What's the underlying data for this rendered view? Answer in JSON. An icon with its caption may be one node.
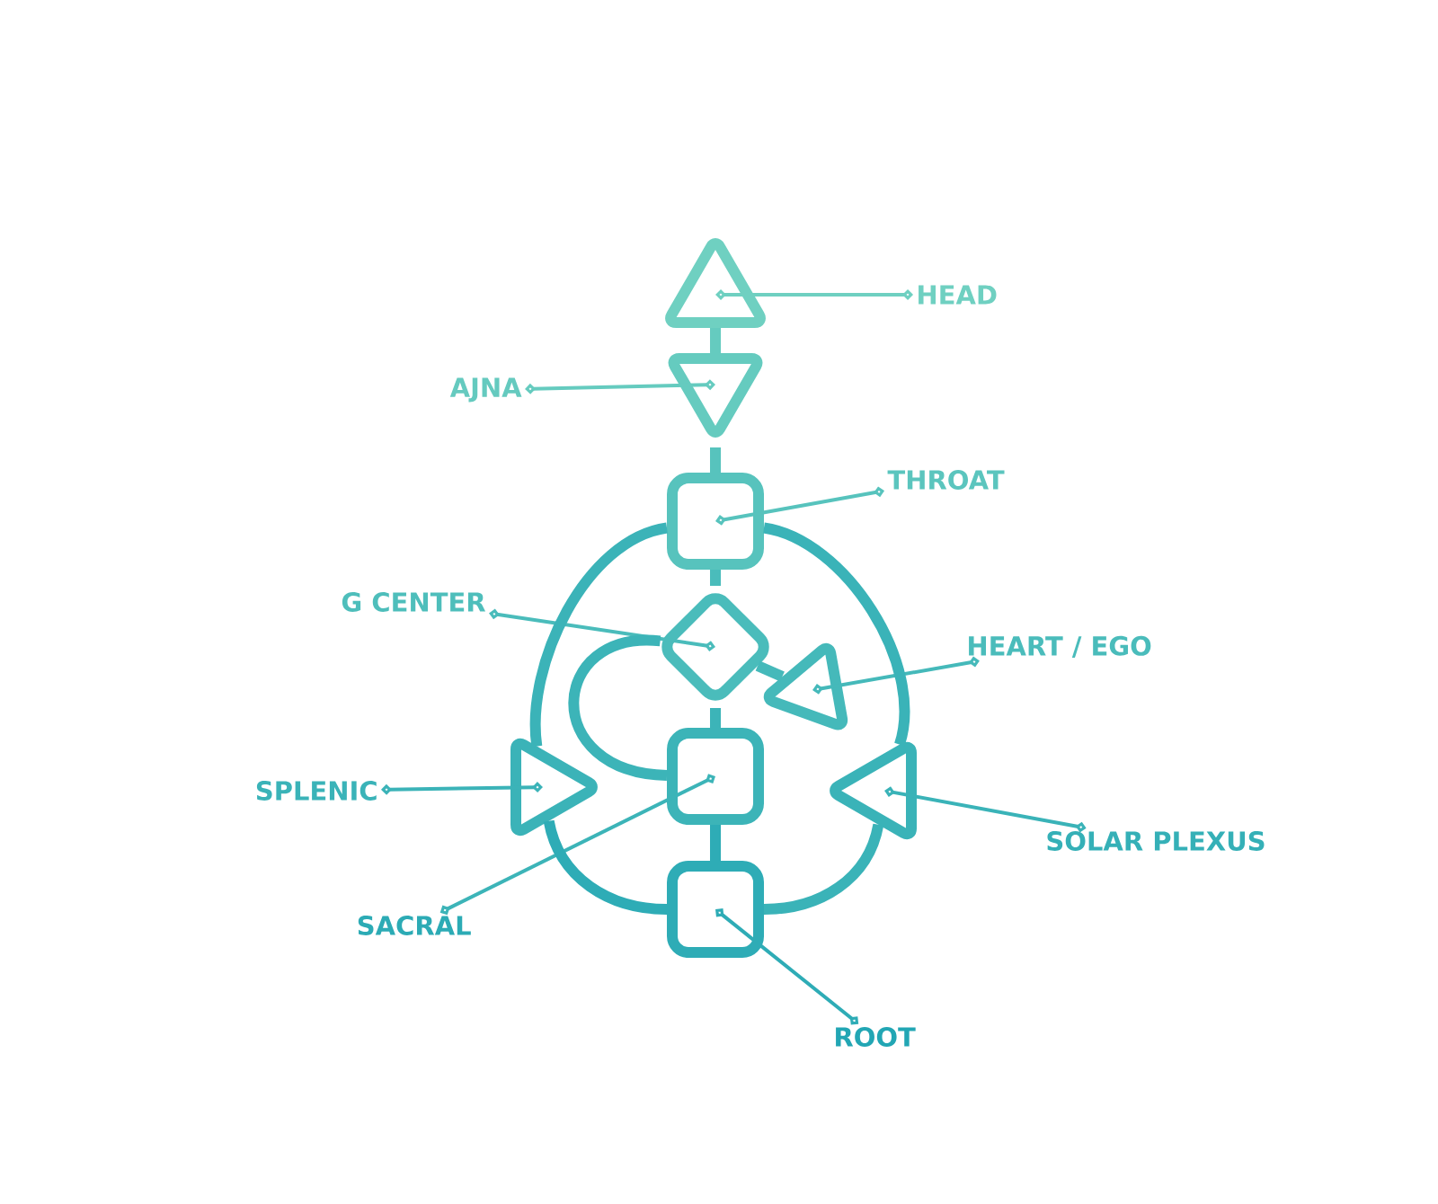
{
  "diagram": {
    "nodes": [
      {
        "text": [],
        "shape": "triangle"
      },
      {
        "text": [],
        "shape": "triangle"
      },
      {
        "text": [],
        "shape": "box"
      },
      {
        "text": [],
        "shape": "diamond"
      },
      {
        "text": [],
        "shape": "triangle"
      },
      {
        "text": [],
        "shape": "triangle"
      },
      {
        "text": [],
        "shape": "box"
      },
      {
        "text": [],
        "shape": "triangle"
      },
      {
        "text": [],
        "shape": "box"
      },
      {
        "text": [
          "HEAD"
        ]
      },
      {
        "text": [
          "AJNA"
        ]
      },
      {
        "text": [
          "THROAT"
        ]
      },
      {
        "text": [
          "G CENTER"
        ]
      },
      {
        "text": [
          "HEART / EGO"
        ]
      },
      {
        "text": [
          "SPLENIC"
        ]
      },
      {
        "text": [
          "SOLAR PLEXUS"
        ]
      },
      {
        "text": [
          "SACRAL"
        ]
      },
      {
        "text": [
          "ROOT"
        ]
      }
    ],
    "edges": [
      {
        "from": 9,
        "to": 0,
        "arrow": "other"
      },
      {
        "from": 10,
        "to": 1,
        "arrow": "other"
      },
      {
        "from": 11,
        "to": 2,
        "arrow": "other"
      },
      {
        "from": 12,
        "to": 3,
        "arrow": "other"
      },
      {
        "from": 13,
        "to": 4,
        "arrow": "other"
      },
      {
        "from": 14,
        "to": 5,
        "arrow": "other"
      },
      {
        "from": 15,
        "to": 7,
        "arrow": "other"
      },
      {
        "from": 16,
        "to": 6,
        "arrow": "other"
      },
      {
        "from": 17,
        "to": 8,
        "arrow": "other"
      },
      {
        "from": 0,
        "to": 1,
        "arrow": "none"
      },
      {
        "from": 1,
        "to": 2,
        "arrow": "none"
      },
      {
        "from": 2,
        "to": 3,
        "arrow": "none"
      },
      {
        "from": 3,
        "to": 6,
        "arrow": "none"
      },
      {
        "from": 6,
        "to": 8,
        "arrow": "none"
      },
      {
        "from": 3,
        "to": 4,
        "arrow": "none"
      },
      {
        "from": 2,
        "to": 5,
        "arrow": "none"
      },
      {
        "from": 2,
        "to": 7,
        "arrow": "none"
      },
      {
        "from": 5,
        "to": 8,
        "arrow": "none"
      },
      {
        "from": 8,
        "to": 7,
        "arrow": "none"
      },
      {
        "from": 3,
        "to": 6,
        "arrow": "none"
      }
    ]
  }
}
